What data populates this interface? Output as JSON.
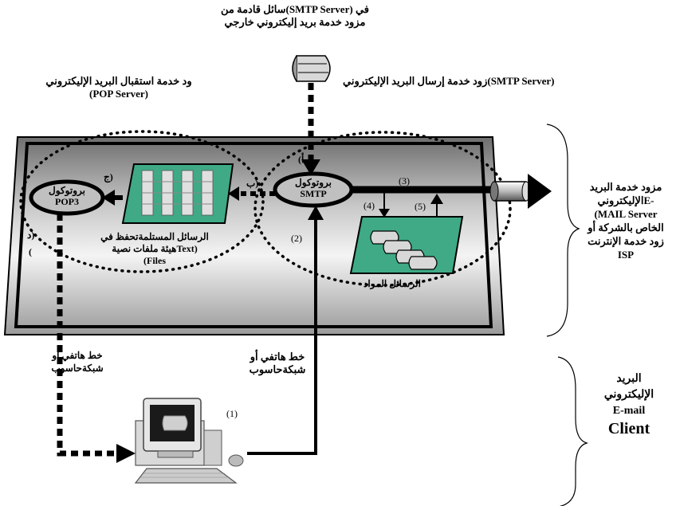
{
  "top_note": {
    "line1": "في  (SMTP Server)سائل قادمة من",
    "line2": "مزود خدمة بريد إليكتروني خارجي"
  },
  "pop_server": {
    "line1": "ود خدمة استقبال البريد الإليكتروني",
    "line2": "(POP Server)"
  },
  "smtp_server_label": "(SMTP Server)زود خدمة إرسال البريد الإليكتروني",
  "pop3_bubble": {
    "line1": "بروتوكول",
    "line2": "POP3"
  },
  "smtp_bubble": {
    "line1": "بروتوكول",
    "line2": "SMTP"
  },
  "letters": {
    "a": "أ)",
    "b": "(ب",
    "c": "(ج",
    "d1": "(د",
    "d2": ")"
  },
  "numbers": {
    "n1": "(1)",
    "n2": "(2)",
    "n3": "(3)",
    "n4": "(4)",
    "n5": "(5)"
  },
  "stored_messages": {
    "line1": "الرسائل المستلمةتحفظ في",
    "line2": "(Textهيئة ملفات نصية",
    "line3": "Files)"
  },
  "outgoing_messages": "الرسائل المراد",
  "isp_label": {
    "line1": "مزود خدمة البريد",
    "line2": "-Eالإليكتروني",
    "line3": "MAIL Server)",
    "line4": "الخاص بالشركة أو",
    "line5": "زود خدمة الإنترنت",
    "line6": "ISP"
  },
  "line_left": {
    "line1": "خط هاتفي أو",
    "line2": "شبكةحاسوب"
  },
  "line_right": {
    "line1": "خط هاتفي أو",
    "line2": "شبكةحاسوب"
  },
  "client_label": {
    "line1": "البريد",
    "line2": "الإليكتروني",
    "line3": "E-mail",
    "line4": "Client"
  }
}
